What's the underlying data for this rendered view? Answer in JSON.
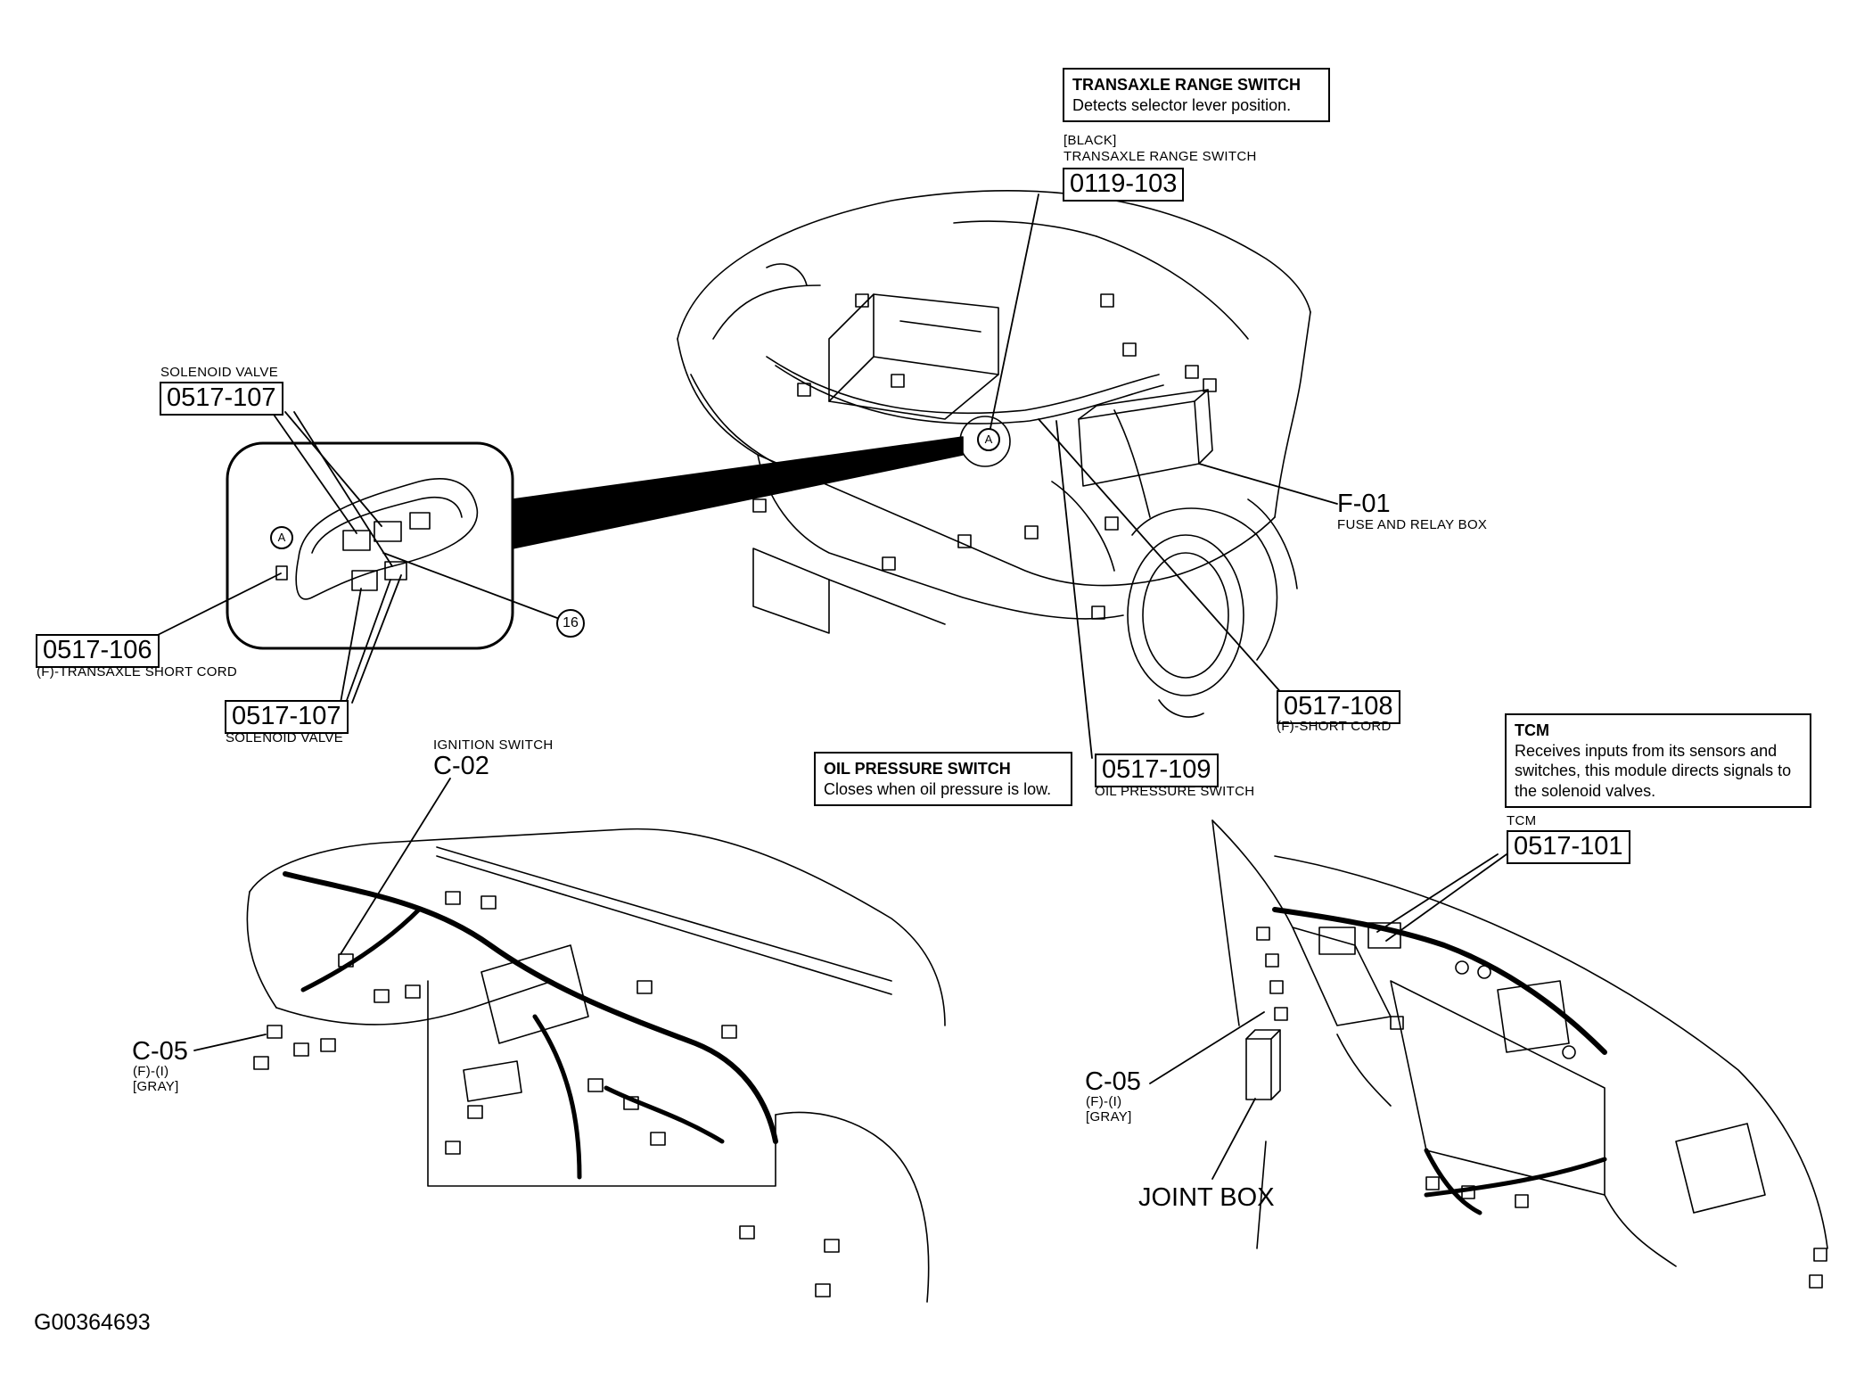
{
  "callouts": {
    "transaxle": {
      "title": "TRANSAXLE RANGE SWITCH",
      "desc": "Detects selector lever position."
    },
    "oil": {
      "title": "OIL PRESSURE SWITCH",
      "desc": "Closes when oil pressure is low."
    },
    "tcm": {
      "title": "TCM",
      "desc": "Receives inputs from its sensors and switches, this module directs signals to the solenoid valves."
    }
  },
  "labels": {
    "black": "[BLACK]",
    "trs_name": "TRANSAXLE RANGE SWITCH",
    "trs_code": "0119-103",
    "sol_top_name": "SOLENOID VALVE",
    "sol_top_code": "0517-107",
    "short_cord_code": "0517-106",
    "short_cord_name": "(F)-TRANSAXLE SHORT CORD",
    "sol_bot_code": "0517-107",
    "sol_bot_name": "SOLENOID VALVE",
    "f01_code": "F-01",
    "f01_name": "FUSE AND RELAY BOX",
    "sc108_code": "0517-108",
    "sc108_name": "(F)-SHORT CORD",
    "ops_code": "0517-109",
    "ops_name": "OIL PRESSURE SWITCH",
    "ign_name": "IGNITION SWITCH",
    "ign_code": "C-02",
    "c05_left_code": "C-05",
    "c05_left_sub1": "(F)-(I)",
    "c05_left_sub2": "[GRAY]",
    "tcm_name": "TCM",
    "tcm_code": "0517-101",
    "c05_right_code": "C-05",
    "c05_right_sub1": "(F)-(I)",
    "c05_right_sub2": "[GRAY]",
    "joint_box": "JOINT BOX",
    "detail_marker": "A",
    "inset_marker": "A",
    "ref_16": "16",
    "figure_id": "G00364693"
  }
}
